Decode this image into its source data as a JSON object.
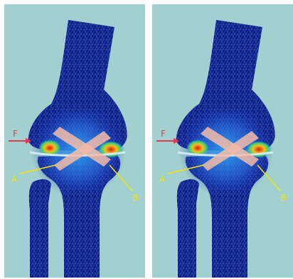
{
  "labels": {
    "force": "F",
    "point_a": "A",
    "point_b": "B"
  },
  "colors": {
    "background": "#a2cfcf",
    "mesh": "#0a1c7a",
    "stress_high": "#e02010",
    "stress_mid": "#3aa8e0",
    "ligament": "#f2b8a8",
    "annotation": "#f2e600",
    "force_arrow": "#e03a52"
  }
}
